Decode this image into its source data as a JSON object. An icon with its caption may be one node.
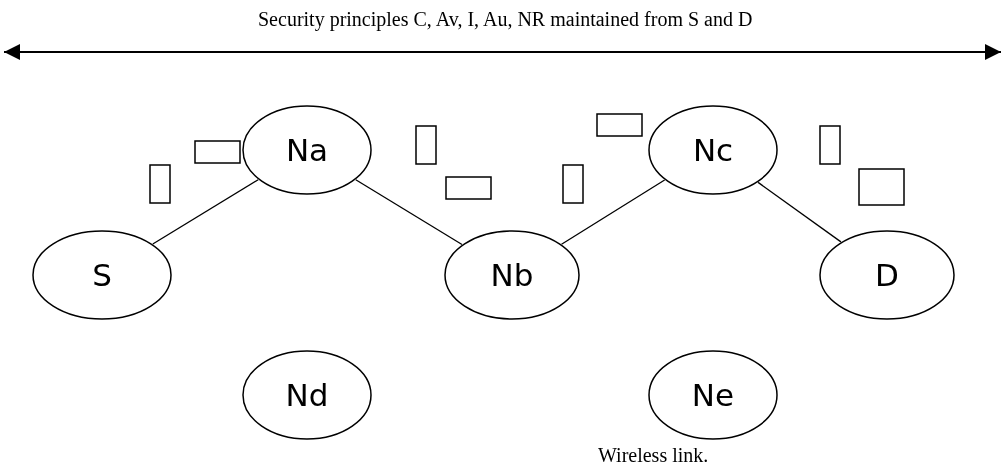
{
  "diagram": {
    "nodes": [
      {
        "text": [
          "Na"
        ]
      },
      {
        "text": [
          "Nc"
        ]
      },
      {
        "text": [
          "S"
        ]
      },
      {
        "text": [
          "Nb"
        ]
      },
      {
        "text": [
          "D"
        ]
      },
      {
        "text": [
          "Nd"
        ]
      },
      {
        "text": [
          "Ne"
        ]
      }
    ],
    "edges": [
      {
        "from": 2,
        "to": 0,
        "arrow": "none"
      },
      {
        "from": 0,
        "to": 3,
        "arrow": "none"
      },
      {
        "from": 3,
        "to": 1,
        "arrow": "none"
      },
      {
        "from": 1,
        "to": 4,
        "arrow": "none"
      }
    ],
    "labels": [
      "Security principles C, Av, I, Au, NR maintained from S and D",
      "Wireless link."
    ]
  }
}
